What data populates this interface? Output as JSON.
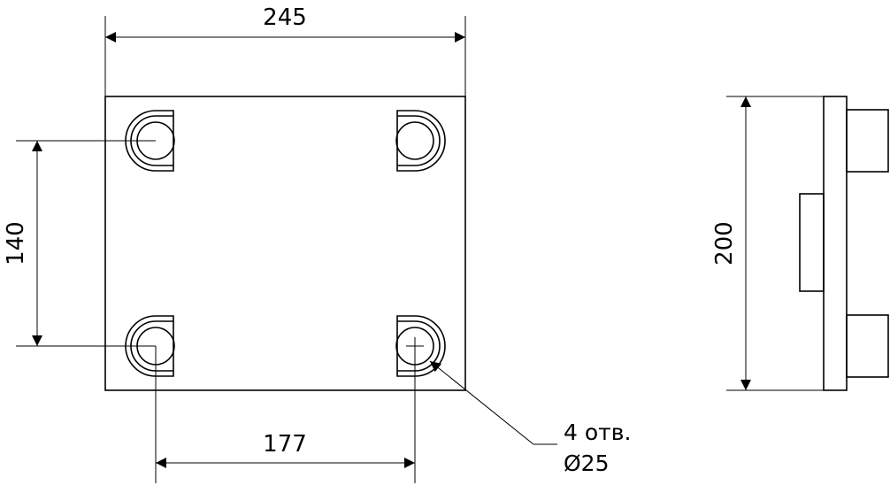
{
  "dimensions": {
    "top_width": "245",
    "left_height": "140",
    "bottom_width": "177",
    "side_height": "200"
  },
  "hole_note": {
    "count_line": "4 отв.",
    "diameter_line": "Ø25"
  },
  "colors": {
    "line": "#000000",
    "background": "#ffffff"
  }
}
